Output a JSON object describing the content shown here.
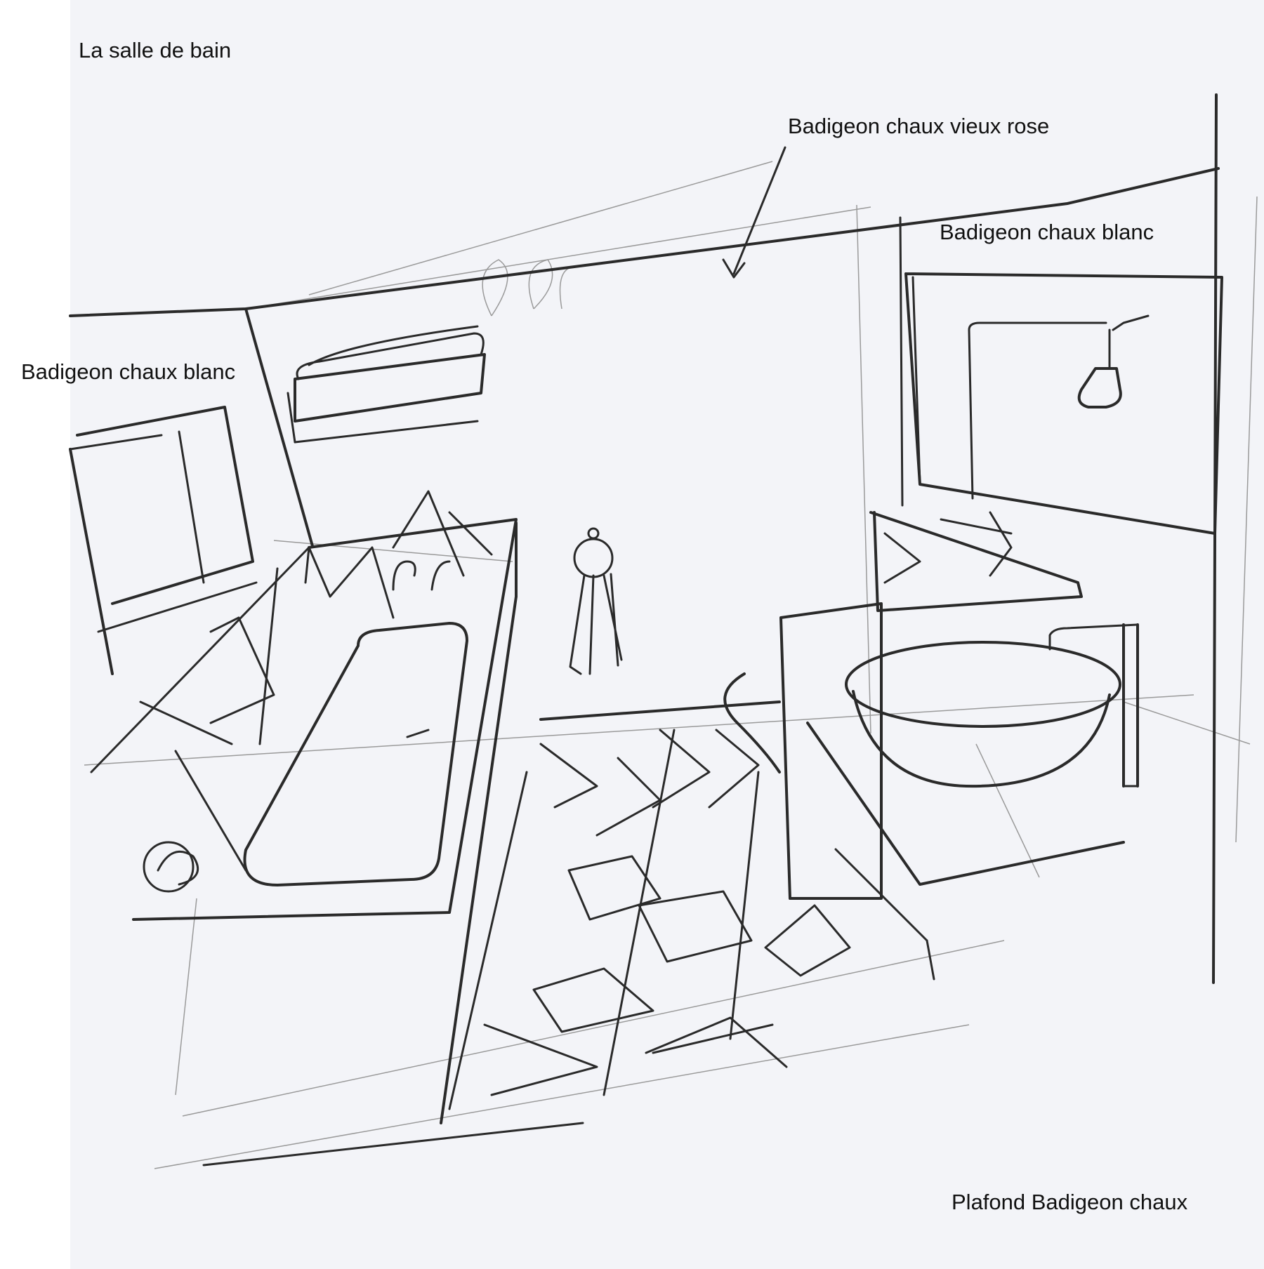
{
  "title": "La salle de bain",
  "annotations": {
    "wall_back": "Badigeon chaux vieux rose",
    "wall_right": "Badigeon chaux blanc",
    "wall_left": "Badigeon chaux blanc",
    "ceiling": "Plafond Badigeon chaux"
  },
  "colors": {
    "paper": "#f3f4f8",
    "ink": "#2a2a2a",
    "pencil": "#9a9a9a"
  }
}
